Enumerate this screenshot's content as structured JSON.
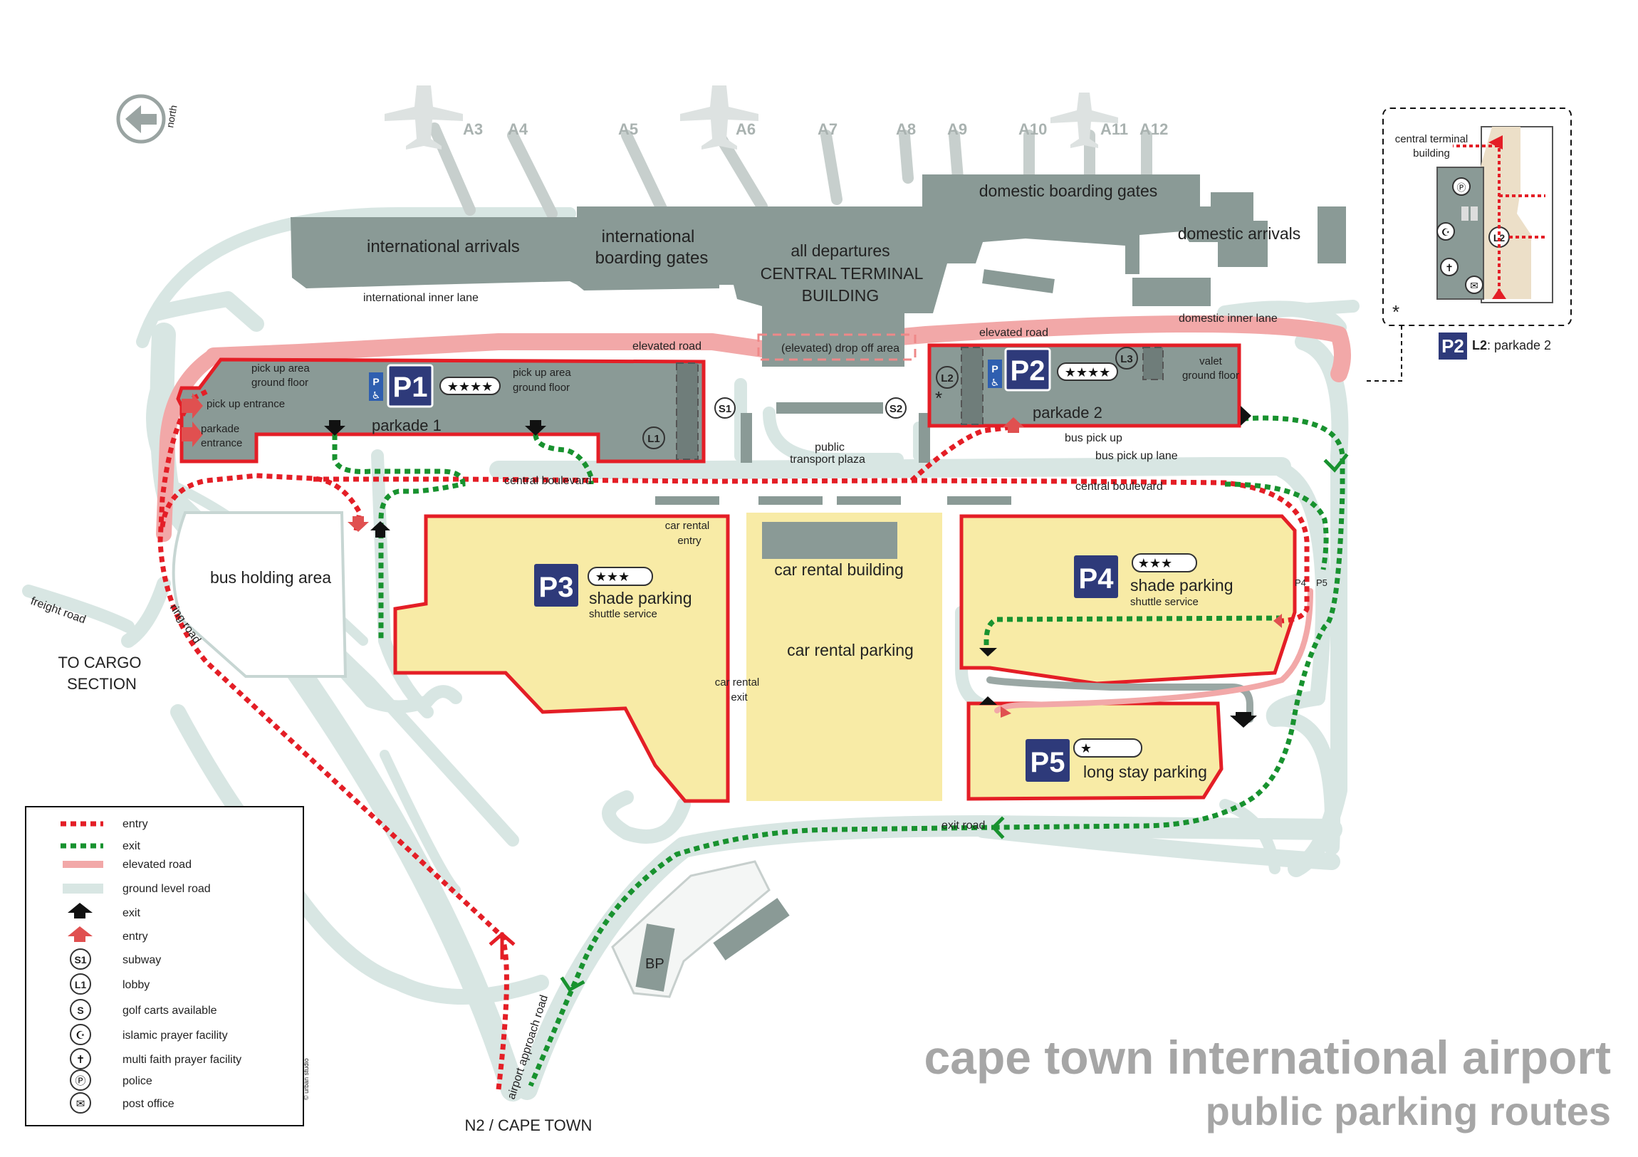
{
  "title": {
    "line1": "cape town international airport",
    "line2": "public parking routes"
  },
  "compass": {
    "label": "north"
  },
  "gates": [
    "A3",
    "A4",
    "A5",
    "A6",
    "A7",
    "A8",
    "A9",
    "A10",
    "A11",
    "A12"
  ],
  "terminal": {
    "international_arrivals": "international arrivals",
    "international_boarding_1": "international",
    "international_boarding_2": "boarding gates",
    "departures_1": "all departures",
    "departures_2": "CENTRAL TERMINAL",
    "departures_3": "BUILDING",
    "domestic_boarding": "domestic boarding gates",
    "domestic_arrivals": "domestic arrivals",
    "international_inner_lane": "international inner lane",
    "domestic_inner_lane": "domestic inner lane"
  },
  "roads": {
    "elevated_road_1": "elevated road",
    "elevated_road_2": "elevated road",
    "drop_off": "(elevated) drop off area",
    "central_boulevard_1": "central boulevard",
    "central_boulevard_2": "central boulevard",
    "bus_pick_up": "bus pick up",
    "bus_pick_up_lane": "bus pick up lane",
    "public_transport_1": "public",
    "public_transport_2": "transport plaza",
    "ring_road": "ring road",
    "freight_road": "freight road",
    "exit_road": "exit road",
    "airport_approach": "airport approach road",
    "to_cargo_1": "TO CARGO",
    "to_cargo_2": "SECTION",
    "n2": "N2  / CAPE TOWN",
    "bp": "BP"
  },
  "parkade1": {
    "badge": "P1",
    "name": "parkade 1",
    "stars": "★★★★",
    "pickup_left_1": "pick up area",
    "pickup_left_2": "ground floor",
    "pickup_right_1": "pick up area",
    "pickup_right_2": "ground floor",
    "pickup_entrance": "pick up entrance",
    "parkade_entrance_1": "parkade",
    "parkade_entrance_2": "entrance",
    "lobby": "L1",
    "subway": "S1"
  },
  "parkade2": {
    "badge": "P2",
    "name": "parkade 2",
    "stars": "★★★★",
    "valet_1": "valet",
    "valet_2": "ground floor",
    "lobby_2": "L2",
    "lobby_3": "L3",
    "subway": "S2",
    "asterisk": "*"
  },
  "p3": {
    "badge": "P3",
    "stars": "★★★",
    "name": "shade parking",
    "sub": "shuttle service",
    "car_rental_entry_1": "car rental",
    "car_rental_entry_2": "entry",
    "car_rental_exit_1": "car rental",
    "car_rental_exit_2": "exit"
  },
  "car_rental": {
    "building": "car rental building",
    "parking": "car rental parking"
  },
  "p4": {
    "badge": "P4",
    "stars": "★★★",
    "name": "shade parking",
    "sub": "shuttle service",
    "tag_p4": "P4",
    "tag_p5": "P5"
  },
  "p5": {
    "badge": "P5",
    "stars": "★",
    "name": "long stay parking"
  },
  "bus_holding": "bus holding area",
  "inset": {
    "label_1": "central terminal",
    "label_2": "building",
    "lobby": "L2",
    "asterisk": "*",
    "caption_badge": "P2",
    "caption_bold": "L2",
    "caption_text": ": parkade 2"
  },
  "legend": {
    "items": [
      {
        "symbol": "entry-dotted-red",
        "label": "entry"
      },
      {
        "symbol": "exit-dotted-green",
        "label": "exit"
      },
      {
        "symbol": "elevated-road-band",
        "label": "elevated road"
      },
      {
        "symbol": "ground-road-band",
        "label": "ground level road"
      },
      {
        "symbol": "exit-arrow-black",
        "label": "exit"
      },
      {
        "symbol": "entry-arrow-red",
        "label": "entry"
      },
      {
        "symbol": "S1",
        "label": "subway"
      },
      {
        "symbol": "L1",
        "label": "lobby"
      },
      {
        "symbol": "S",
        "label": "golf carts available"
      },
      {
        "symbol": "crescent",
        "label": "islamic prayer facility"
      },
      {
        "symbol": "cross",
        "label": "multi faith prayer facility"
      },
      {
        "symbol": "police",
        "label": "police"
      },
      {
        "symbol": "envelope",
        "label": "post office"
      }
    ],
    "credit": "© urban studio"
  },
  "colors": {
    "entry": "#e41e26",
    "exit": "#18922f",
    "elevated": "#f2a8a8",
    "ground": "#d8e6e3",
    "building": "#8a9a96",
    "parking": "#f8eba6",
    "badge": "#2e3a7a"
  }
}
